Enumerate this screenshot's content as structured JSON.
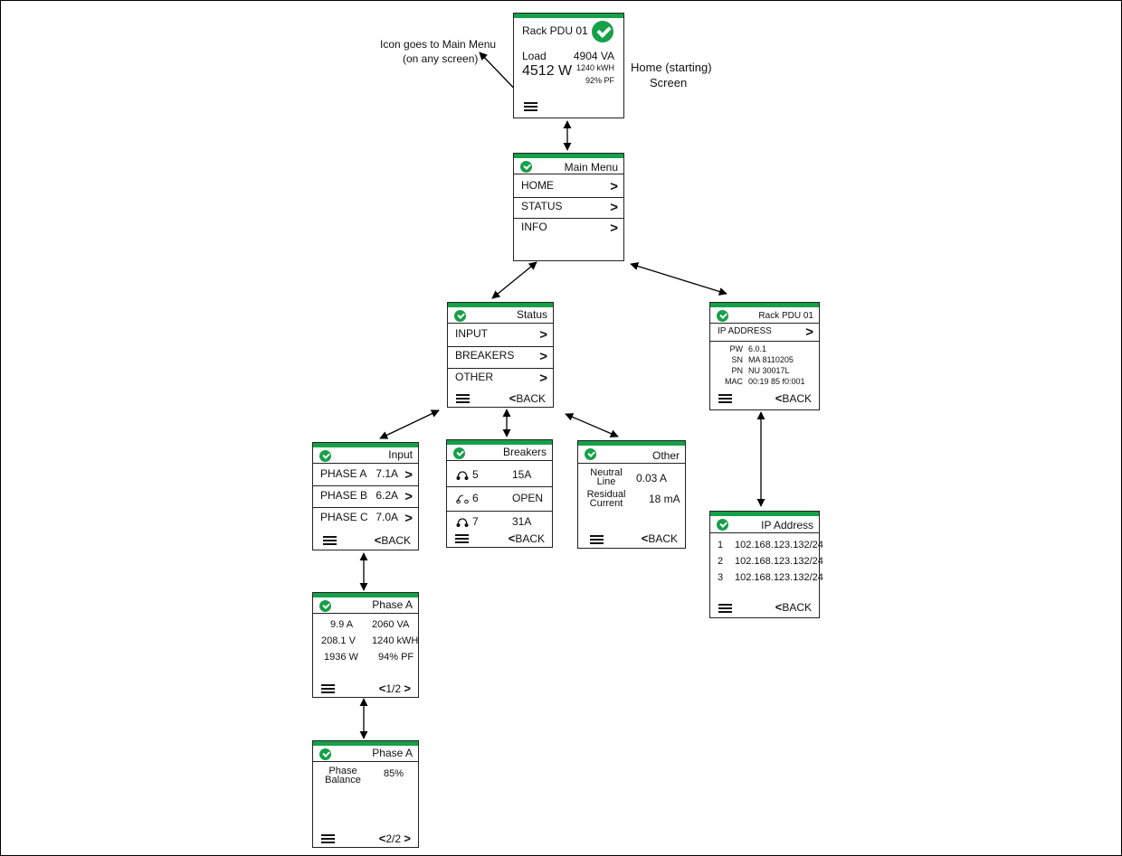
{
  "annotations": {
    "icon_note_line1": "Icon goes to Main Menu",
    "icon_note_line2": "(on any screen)",
    "home_note_line1": "Home (starting)",
    "home_note_line2": "Screen"
  },
  "home": {
    "title": "Rack PDU 01",
    "load_label": "Load",
    "va": "4904 VA",
    "watts": "4512 W",
    "kwh": "1240 kWH",
    "pf": "92% PF"
  },
  "main_menu": {
    "title": "Main Menu",
    "items": [
      "HOME",
      "STATUS",
      "INFO"
    ]
  },
  "status": {
    "title": "Status",
    "items": [
      "INPUT",
      "BREAKERS",
      "OTHER"
    ],
    "back": "BACK"
  },
  "info": {
    "title": "Rack PDU 01",
    "ip_item": "IP ADDRESS",
    "details": [
      {
        "key": "PW",
        "value": "6.0.1"
      },
      {
        "key": "SN",
        "value": "MA 8110205"
      },
      {
        "key": "PN",
        "value": "NU 30017L"
      },
      {
        "key": "MAC",
        "value": "00:19 85 f0:001"
      }
    ],
    "back": "BACK"
  },
  "input": {
    "title": "Input",
    "rows": [
      {
        "label": "PHASE A",
        "value": "7.1A"
      },
      {
        "label": "PHASE B",
        "value": "6.2A"
      },
      {
        "label": "PHASE C",
        "value": "7.0A"
      }
    ],
    "back": "BACK"
  },
  "breakers": {
    "title": "Breakers",
    "rows": [
      {
        "num": "5",
        "value": "15A",
        "state": "closed"
      },
      {
        "num": "6",
        "value": "OPEN",
        "state": "open"
      },
      {
        "num": "7",
        "value": "31A",
        "state": "closed"
      }
    ],
    "back": "BACK"
  },
  "other": {
    "title": "Other",
    "neutral_label1": "Neutral",
    "neutral_label2": "Line",
    "neutral_value": "0.03 A",
    "residual_label1": "Residual",
    "residual_label2": "Current",
    "residual_value": "18 mA",
    "back": "BACK"
  },
  "ip_address": {
    "title": "IP Address",
    "rows": [
      {
        "num": "1",
        "ip": "102.168.123.132/24"
      },
      {
        "num": "2",
        "ip": "102.168.123.132/24"
      },
      {
        "num": "3",
        "ip": "102.168.123.132/24"
      }
    ],
    "back": "BACK"
  },
  "phase_a1": {
    "title": "Phase A",
    "cells": [
      [
        "9.9 A",
        "2060 VA"
      ],
      [
        "208.1 V",
        "1240 kWH"
      ],
      [
        "1936 W",
        "94% PF"
      ]
    ],
    "page": "1/2"
  },
  "phase_a2": {
    "title": "Phase A",
    "label1": "Phase",
    "label2": "Balance",
    "value": "85%",
    "page": "2/2"
  },
  "colors": {
    "accent": "#16a049",
    "border": "#222222"
  }
}
